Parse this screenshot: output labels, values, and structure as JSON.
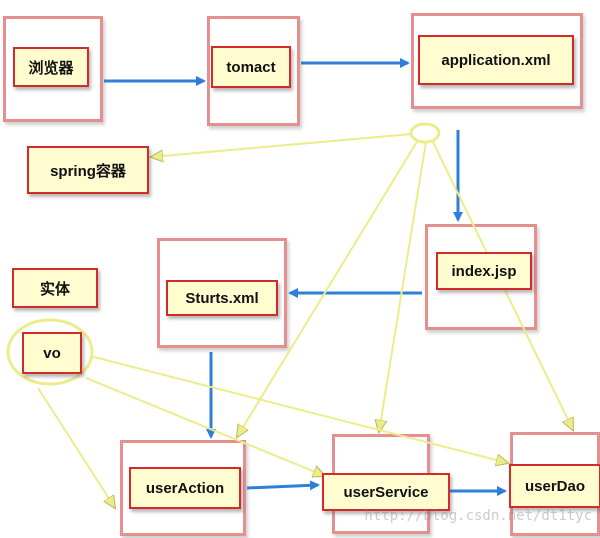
{
  "nodes": {
    "browser": "浏览器",
    "tomcat": "tomact",
    "application_xml": "application.xml",
    "spring_container": "spring容器",
    "entity": "实体",
    "vo": "vo",
    "struts_xml": "Sturts.xml",
    "index_jsp": "index.jsp",
    "user_action": "userAction",
    "user_service": "userService",
    "user_dao": "userDao"
  },
  "watermark": "http://blog.csdn.net/dt1tyc",
  "colors": {
    "outer_border": "#e58f8f",
    "label_border": "#d42a2a",
    "label_fill": "#fffdd0",
    "blue_arrow": "#2d7fd8",
    "yellow_arrow": "#ecec8a",
    "yellow_stroke": "#c9c55a"
  }
}
